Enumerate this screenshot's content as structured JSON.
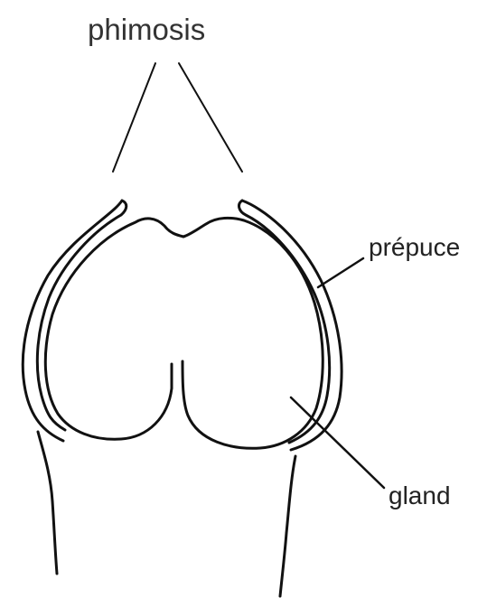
{
  "diagram": {
    "title_label": "phimosis",
    "labels": {
      "prepuce": "prépuce",
      "gland": "gland"
    },
    "parts": [
      "prepuce",
      "gland",
      "shaft"
    ]
  },
  "colors": {
    "ink": "#111111",
    "label_text": "#222222",
    "title_text": "#333333",
    "background": "#ffffff"
  }
}
